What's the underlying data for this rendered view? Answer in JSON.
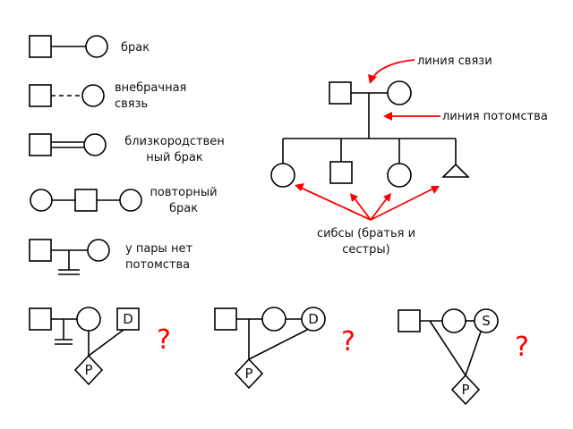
{
  "legend": {
    "marriage": "брак",
    "extramarital_1": "внебрачная",
    "extramarital_2": "связь",
    "consanguineous_1": "близкородствен",
    "consanguineous_2": "ный брак",
    "remarriage_1": "повторный",
    "remarriage_2": "брак",
    "no_offspring_1": "у пары нет",
    "no_offspring_2": "потомства"
  },
  "example": {
    "union_line": "линия связи",
    "descent_line": "линия потомства",
    "sibs_1": "сибсы (братья и",
    "sibs_2": "сестры)"
  },
  "puzzles": [
    {
      "symbol_label": "D",
      "proband_label": "P",
      "question": "?"
    },
    {
      "symbol_label": "D",
      "proband_label": "P",
      "question": "?"
    },
    {
      "symbol_label": "S",
      "proband_label": "P",
      "question": "?"
    }
  ],
  "colors": {
    "arrow": "#ff0000",
    "question": "#ff0000",
    "symbol_stroke": "#000000"
  }
}
